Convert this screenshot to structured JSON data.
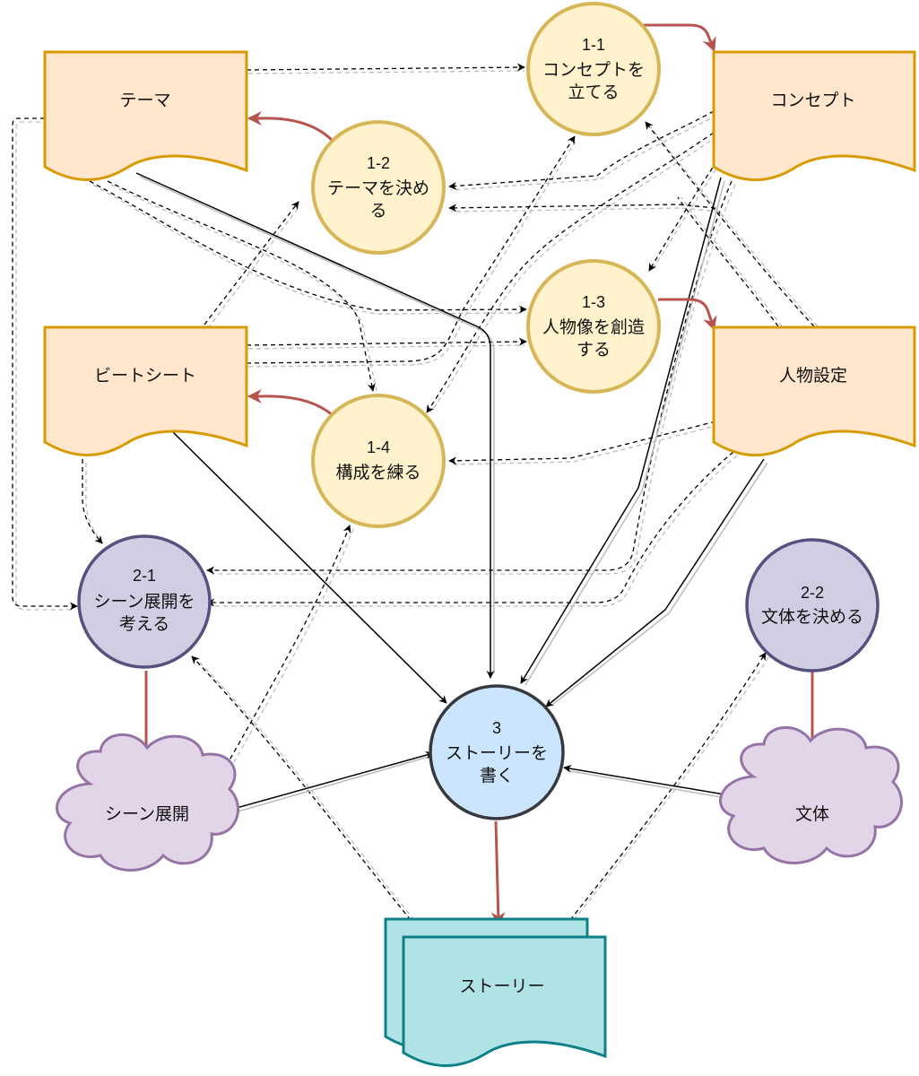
{
  "nodes": {
    "theme_doc": "テーマ",
    "concept_doc": "コンセプト",
    "beat_sheet_doc": "ビートシート",
    "character_doc": "人物設定",
    "p1_1": [
      "1-1",
      "コンセプトを",
      "立てる"
    ],
    "p1_2": [
      "1-2",
      "テーマを決め",
      "る"
    ],
    "p1_3": [
      "1-3",
      "人物像を創造",
      "する"
    ],
    "p1_4": [
      "1-4",
      "構成を練る"
    ],
    "p2_1": [
      "2-1",
      "シーン展開を",
      "考える"
    ],
    "p2_2": [
      "2-2",
      "文体を決める"
    ],
    "p3": [
      "3",
      "ストーリーを",
      "書く"
    ],
    "scene_cloud": "シーン展開",
    "style_cloud": "文体",
    "story_multi": "ストーリー"
  },
  "colors": {
    "document_fill": "#ffe6cc",
    "document_stroke": "#d79b00",
    "process1_fill": "#fff2cc",
    "process1_stroke": "#d6b656",
    "process2_fill": "#d0cee2",
    "process2_stroke": "#56517e",
    "process3_fill": "#cce5ff",
    "cloud_fill": "#e1d5e7",
    "cloud_stroke": "#9673a6",
    "story_fill": "#b0e3e6",
    "story_stroke": "#0e8088",
    "output_arrow": "#b85450"
  }
}
